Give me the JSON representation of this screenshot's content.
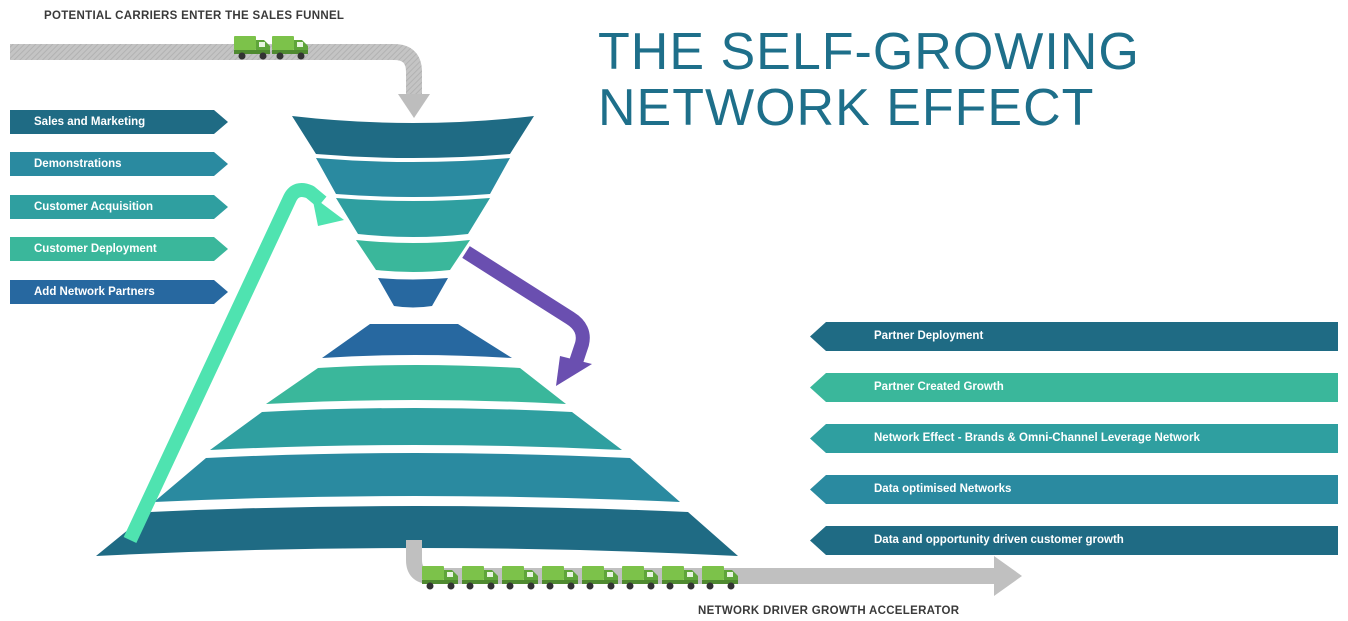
{
  "title": {
    "line1": "THE SELF-GROWING",
    "line2": "NETWORK EFFECT"
  },
  "top_caption": "POTENTIAL CARRIERS ENTER THE SALES FUNNEL",
  "bottom_caption": "NETWORK DRIVER GROWTH ACCELERATOR",
  "funnel_labels": [
    {
      "label": "Sales and Marketing",
      "color": "#1f6b84"
    },
    {
      "label": "Demonstrations",
      "color": "#2a8aa0"
    },
    {
      "label": "Customer Acquisition",
      "color": "#2f9fa0"
    },
    {
      "label": "Customer Deployment",
      "color": "#3ab79b"
    },
    {
      "label": "Add Network Partners",
      "color": "#2768a0"
    }
  ],
  "network_labels": [
    {
      "label": "Partner Deployment",
      "color": "#1f6b84"
    },
    {
      "label": "Partner  Created Growth",
      "color": "#3ab79b"
    },
    {
      "label": "Network Effect - Brands & Omni-Channel Leverage Network",
      "color": "#2f9fa0"
    },
    {
      "label": "Data optimised Networks",
      "color": "#2a8aa0"
    },
    {
      "label": "Data and  opportunity driven customer growth",
      "color": "#1f6b84"
    }
  ],
  "colors": {
    "arrow_gray": "#bdbdbd",
    "feedback_arrow": "#4fe3b0",
    "transfer_arrow": "#6a4fb0",
    "truck": "#7cc24a"
  },
  "icons": {
    "truck": "truck-icon"
  },
  "top_trucks": 2,
  "bottom_trucks": 8
}
